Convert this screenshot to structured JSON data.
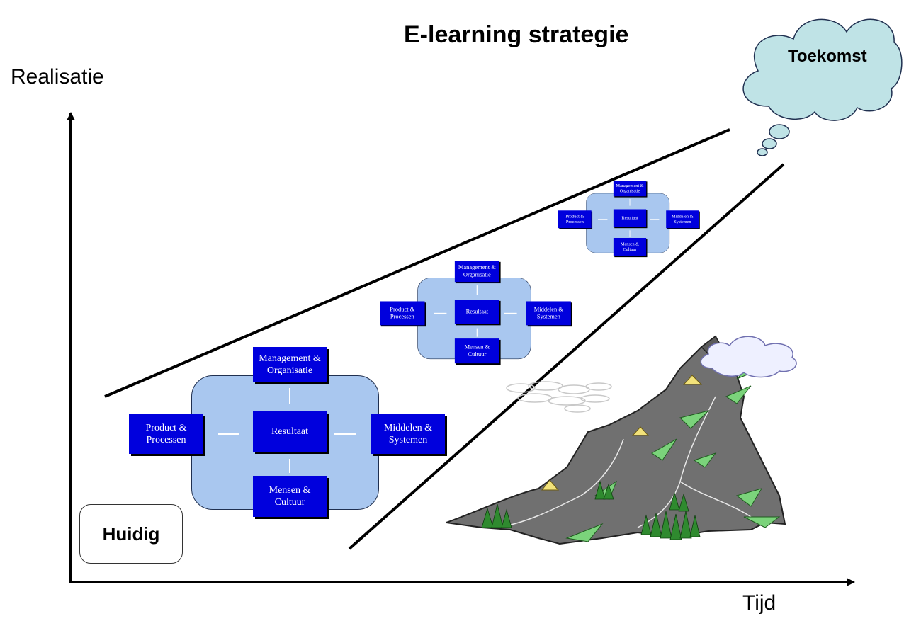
{
  "title": "E-learning strategie",
  "y_axis_label": "Realisatie",
  "x_axis_label": "Tijd",
  "start_label": "Huidig",
  "future_label": "Toekomst",
  "cluster": {
    "top": "Management & Organisatie",
    "left": "Product & Processen",
    "center": "Resultaat",
    "right": "Middelen & Systemen",
    "bottom": "Mensen & Cultuur"
  },
  "colors": {
    "node_fill": "#0000dd",
    "cluster_fill": "#a9c7ef",
    "cloud_fill": "#bfe3e6",
    "mountain_fill": "#707070",
    "tree_fill": "#2f8a2f"
  }
}
